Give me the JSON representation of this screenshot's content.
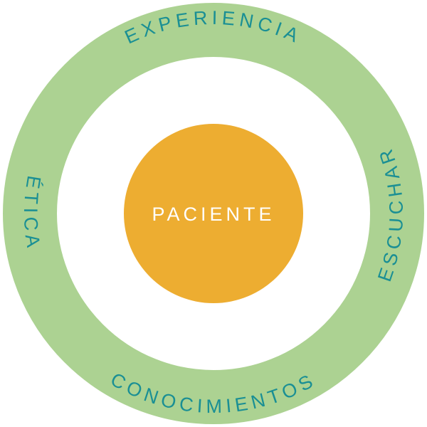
{
  "colors": {
    "ring": "#acd292",
    "center": "#edad31",
    "ring_text": "#1a8f94",
    "center_text": "#ffffff",
    "background": "#ffffff"
  },
  "center": {
    "label": "PACIENTE"
  },
  "ring": {
    "top_label": "EXPERIENCIA",
    "right_label": "ESCUCHAR",
    "bottom_label": "CONOCIMIENTOS",
    "left_label": "ÉTICA"
  }
}
